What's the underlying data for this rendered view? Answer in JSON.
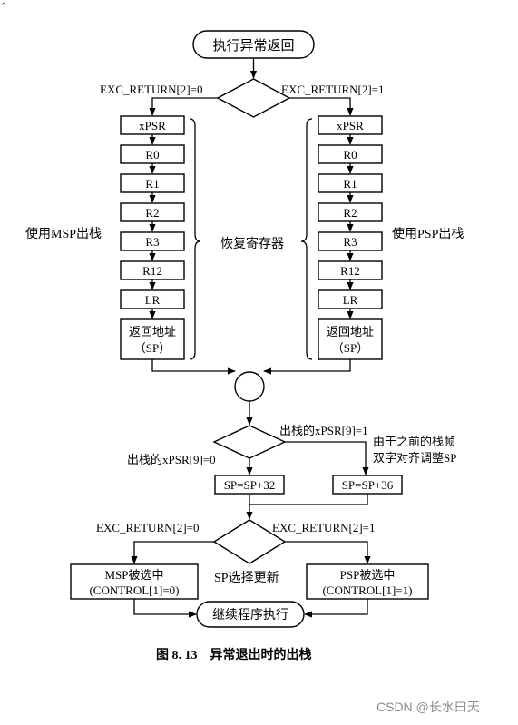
{
  "start_label": "执行异常返回",
  "branch_top_left": "EXC_RETURN[2]=0",
  "branch_top_right": "EXC_RETURN[2]=1",
  "stack_items": [
    "xPSR",
    "R0",
    "R1",
    "R2",
    "R3",
    "R12",
    "LR"
  ],
  "return_addr_line1": "返回地址",
  "return_addr_line2": "（SP）",
  "msp_pop_label": "使用MSP出栈",
  "psp_pop_label": "使用PSP出栈",
  "restore_label": "恢复寄存器",
  "xpsr_cond_right": "出栈的xPSR[9]=1",
  "xpsr_cond_left": "出栈的xPSR[9]=0",
  "align_note_line1": "由于之前的栈帧",
  "align_note_line2": "双字对齐调整SP",
  "sp_plus_32": "SP=SP+32",
  "sp_plus_36": "SP=SP+36",
  "branch_bottom_left": "EXC_RETURN[2]=0",
  "branch_bottom_right": "EXC_RETURN[2]=1",
  "sp_select_label": "SP选择更新",
  "msp_selected_line1": "MSP被选中",
  "msp_selected_line2": "(CONTROL[1]=0)",
  "psp_selected_line1": "PSP被选中",
  "psp_selected_line2": "(CONTROL[1]=1)",
  "end_label": "继续程序执行",
  "caption": "图 8. 13　异常退出时的出栈",
  "watermark": "CSDN @长水曰天"
}
